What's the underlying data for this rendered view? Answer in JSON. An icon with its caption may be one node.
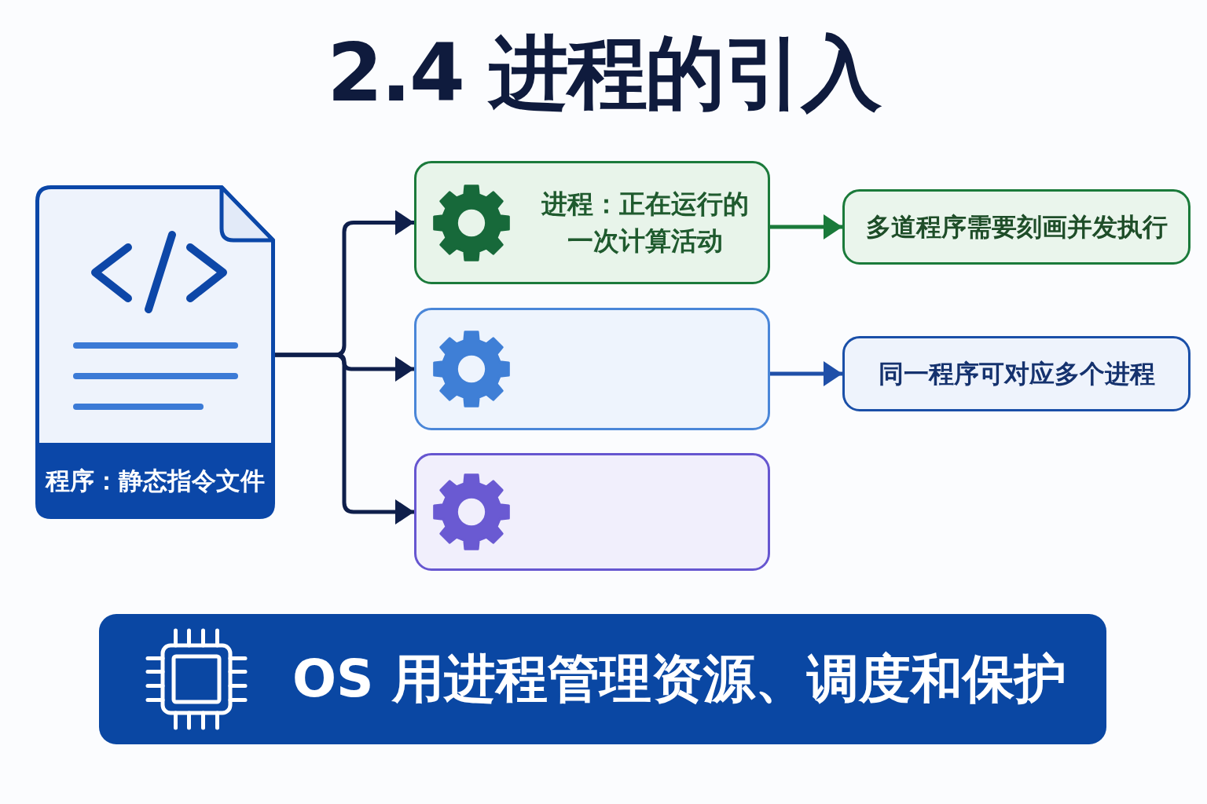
{
  "diagram": {
    "title": "2.4 进程的引入",
    "nodes": [
      {
        "text": [
          "程序：静态指令文件"
        ]
      },
      {
        "text": [
          "进程：正在运行的一次计算活动"
        ]
      },
      {
        "text": [],
        "shape": "box"
      },
      {
        "text": [],
        "shape": "box"
      },
      {
        "text": [
          "多道程序需要刻画并发执行"
        ]
      },
      {
        "text": [
          "同一程序可对应多个进程"
        ]
      },
      {
        "text": [
          "OS 用进程管理资源、调度和保护"
        ]
      }
    ],
    "edges": [
      {
        "from": 0,
        "to": 1,
        "arrow": "to"
      },
      {
        "from": 0,
        "to": 2,
        "arrow": "to"
      },
      {
        "from": 0,
        "to": 3,
        "arrow": "to"
      },
      {
        "from": 1,
        "to": 4,
        "arrow": "to",
        "color": "#1a7a3a"
      },
      {
        "from": 2,
        "to": 5,
        "arrow": "to",
        "color": "#1f4fa8"
      }
    ]
  }
}
